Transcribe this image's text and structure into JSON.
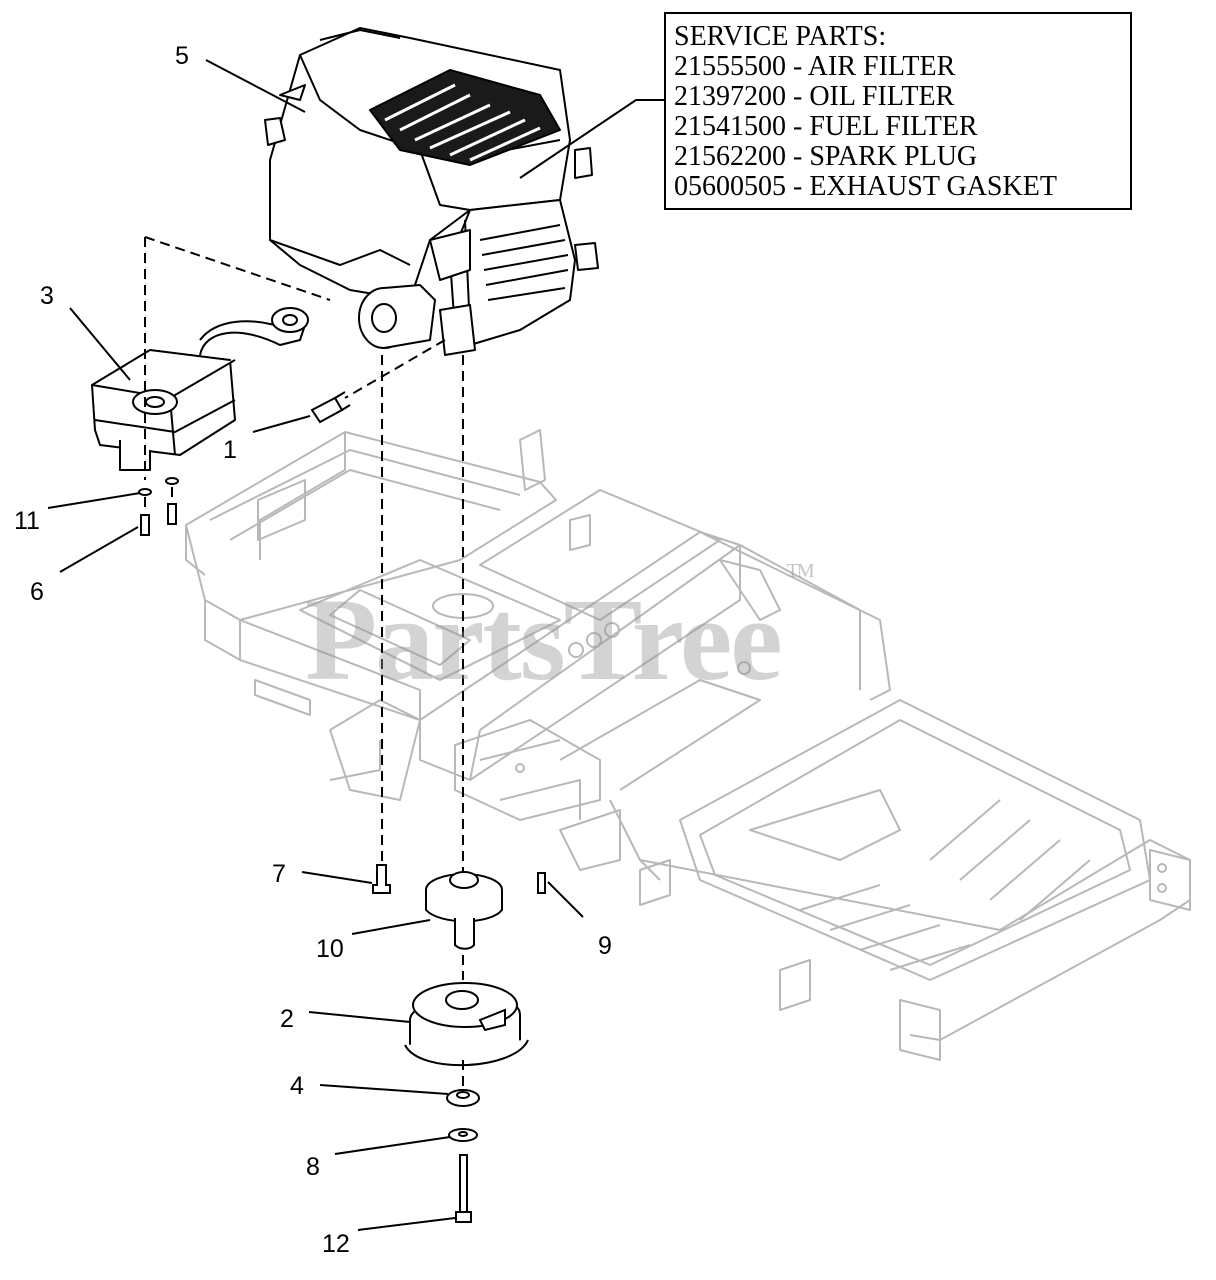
{
  "service_parts": {
    "heading": "SERVICE PARTS:",
    "items": [
      "21555500 - AIR FILTER",
      "21397200 - OIL FILTER",
      "21541500 - FUEL FILTER",
      "21562200 - SPARK PLUG",
      "05600505 - EXHAUST GASKET"
    ]
  },
  "callouts": {
    "c1": "1",
    "c2": "2",
    "c3": "3",
    "c4": "4",
    "c5": "5",
    "c6": "6",
    "c7": "7",
    "c8": "8",
    "c9": "9",
    "c10": "10",
    "c11": "11",
    "c12": "12"
  },
  "watermark": {
    "text": "PartsTree",
    "mark": "TM"
  }
}
